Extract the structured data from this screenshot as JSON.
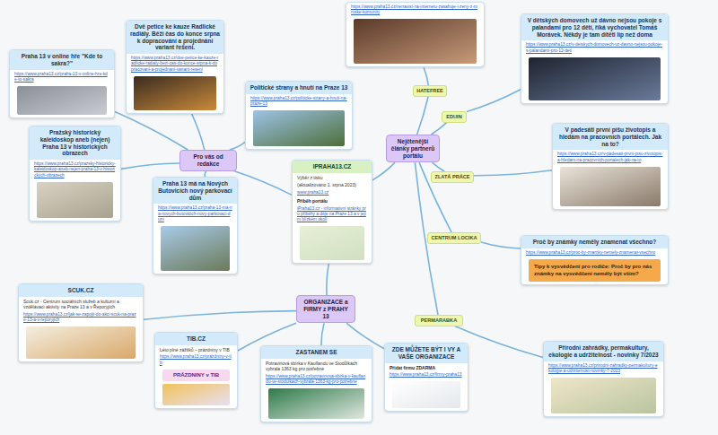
{
  "diagram": {
    "nodes": [
      {
        "text": [
          "IPRAHA13.CZ",
          "Výběr z tisku",
          "(aktualizováno 1. srpna 2023)",
          "www.praha13.cz",
          "Příběh portálu",
          "iPraha13.cz - informativní stránky pro příběhy a děje na Praze 13 a v jejím blízkém okolí"
        ]
      },
      {
        "text": [
          "Pro vás od redakce"
        ]
      },
      {
        "text": [
          "Praha 13 v online hře \"Kde to sakra?\"",
          "https://www.praha13.cz/praha-13-v-online-hre-kde-to-sakra"
        ]
      },
      {
        "text": [
          "Dvě petice ke kauze Radlické radiály. Běží čas do konce srpna k dopracování a projednání variant řešení.",
          "https://www.praha13.cz/dve-petice-ke-kauze-radlicke-radialy-bezi-cas-do-konce-srpna-k-dopracovani-a-projednani-variant-reseni"
        ]
      },
      {
        "text": [
          "Pražský historický kaleidoskop aneb (nejen) Praha 13 v historických obrazech",
          "https://www.praha13.cz/prazsky-historicky-kaleidoskop-aneb-nejen-praha-13-v-historickych-obrazech"
        ]
      },
      {
        "text": [
          "Politické strany a hnutí na Praze 13",
          "https://www.praha13.cz/politicke-strany-a-hnuti-na-praze-13"
        ]
      },
      {
        "text": [
          "Praha 13 má na Nových Butovicích nový parkovací dům",
          "https://www.praha13.cz/praha-13-ma-na-novych-butovicich-novy-parkovaci-dum"
        ]
      },
      {
        "text": [
          "Nejčtenější články partnerů portálu"
        ]
      },
      {
        "text": [
          "HATEFREE"
        ]
      },
      {
        "text": [
          "https://www.praha13.cz/nenavist-na-internetu-zasahuje-i-zeny-z-romske-komunity"
        ]
      },
      {
        "text": [
          "EDUIN"
        ]
      },
      {
        "text": [
          "V dětských domovech už dávno nejsou pokoje s palandami pro 12 dětí, říká vychovatel Tomáš Morávek. Někdy je tam dítěti líp než doma",
          "https://www.praha13.cz/v-detskych-domovech-uz-davno-nejsou-pokoje-s-palandami-pro-12-deti"
        ]
      },
      {
        "text": [
          "ZLATÁ PRÁCE"
        ]
      },
      {
        "text": [
          "V padesáti první píšu životopis a hledám na pracovních portálech. Jak na to?",
          "https://www.praha13.cz/v-padesati-prvni-pisu-zivotopis-a-hledam-na-pracovnich-portalech-jak-na-to"
        ]
      },
      {
        "text": [
          "CENTRUM LOCIKA"
        ]
      },
      {
        "text": [
          "Proč by známky neměly znamenat všechno?",
          "https://www.praha13.cz/proc-by-znamky-nemely-znamenat-vsechno",
          "Tipy k vysvědčení pro rodiče: Proč by pro nás známky na vysvědčení neměly být vším?"
        ]
      },
      {
        "text": [
          "PERMARABKA"
        ]
      },
      {
        "text": [
          "Přírodní zahrádky, permakultury, ekologie a udržitelnost - novinky 7/2023",
          "https://www.praha13.cz/prirodni-zahradky-permakultury-ekologie-a-udrzitelnost-novinky-7-2023"
        ]
      },
      {
        "text": [
          "ORGANIZACE a FIRMY z PRAHY 13"
        ]
      },
      {
        "text": [
          "SCUK.CZ",
          "Scuk.cz - Centrum sociálních služeb a kulturní a vzdělávací aktivity na Praze 13 a v Řeporyjích",
          "https://www.praha13.cz/jak-se-zapojit-do-akci-scuk-na-praze-13-a-v-reporyjich"
        ]
      },
      {
        "text": [
          "TIB.CZ",
          "Léto plné zážitků – prázdniny v TIB",
          "https://www.praha13.cz/prazdniny-v-tib",
          "PRÁZDNINY v TIB"
        ]
      },
      {
        "text": [
          "ZASTANEM SE",
          "Potravinová sbírka v Kauflandu ve Stodůlkách vybrala 1363 kg pro potřebné",
          "https://www.praha13.cz/potravinova-sbirka-v-kauflandu-ve-stodulkach-vybrala-1363-kg-pro-potrebne"
        ]
      },
      {
        "text": [
          "ZDE MŮŽETE BÝT I VY A VAŠE ORGANIZACE",
          "Přidat firmu ZDARMA",
          "https://www.praha13.cz/firmy-praha13"
        ]
      }
    ],
    "edges": [
      {
        "from": 0,
        "to": 1,
        "arrow": "none"
      },
      {
        "from": 0,
        "to": 7,
        "arrow": "none"
      },
      {
        "from": 0,
        "to": 18,
        "arrow": "none"
      },
      {
        "from": 1,
        "to": 2,
        "arrow": "none"
      },
      {
        "from": 1,
        "to": 3,
        "arrow": "none"
      },
      {
        "from": 1,
        "to": 4,
        "arrow": "none"
      },
      {
        "from": 1,
        "to": 5,
        "arrow": "none"
      },
      {
        "from": 1,
        "to": 6,
        "arrow": "none"
      },
      {
        "from": 7,
        "to": 8,
        "arrow": "none"
      },
      {
        "from": 7,
        "to": 10,
        "arrow": "none"
      },
      {
        "from": 7,
        "to": 12,
        "arrow": "none"
      },
      {
        "from": 7,
        "to": 14,
        "arrow": "none"
      },
      {
        "from": 7,
        "to": 16,
        "arrow": "none"
      },
      {
        "from": 8,
        "to": 9,
        "arrow": "none"
      },
      {
        "from": 10,
        "to": 11,
        "arrow": "none"
      },
      {
        "from": 12,
        "to": 13,
        "arrow": "none"
      },
      {
        "from": 14,
        "to": 15,
        "arrow": "none"
      },
      {
        "from": 16,
        "to": 17,
        "arrow": "none"
      },
      {
        "from": 18,
        "to": 19,
        "arrow": "none"
      },
      {
        "from": 18,
        "to": 20,
        "arrow": "none"
      },
      {
        "from": 18,
        "to": 21,
        "arrow": "none"
      },
      {
        "from": 18,
        "to": 22,
        "arrow": "none"
      }
    ]
  }
}
